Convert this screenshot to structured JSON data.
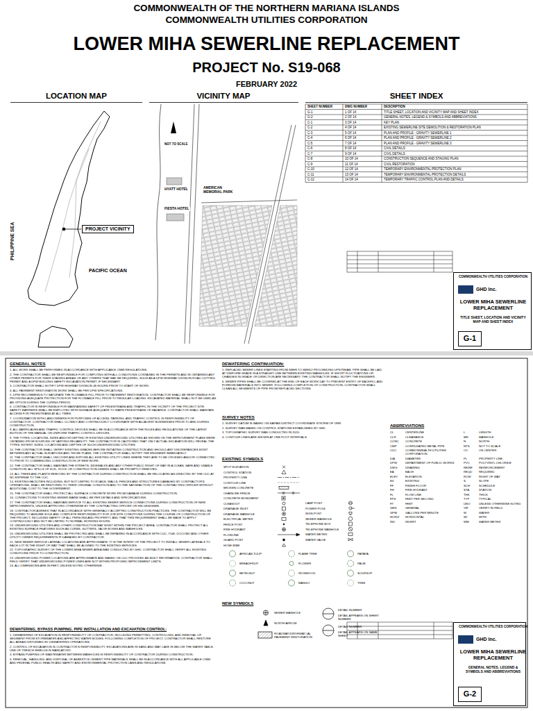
{
  "diagram": {
    "title": "LOWER MIHA SEWERLINE REPLACEMENT",
    "nodes": [
      {
        "text": [
          "PROJECT VICINITY"
        ]
      },
      {
        "text": [
          "COMMONWEALTH UTILITIES CORPORATION",
          "GHD Inc.",
          "LOWER MIHA SEWERLINE REPLACEMENT",
          "TITLE SHEET, LOCATION AND VICINITY MAP AND SHEET INDEX"
        ]
      },
      {
        "text": [
          "G-1"
        ],
        "in": 1
      },
      {
        "text": [
          "COMMONWEALTH UTILITIES CORPORATION",
          "GHD Inc.",
          "LOWER MIHA SEWERLINE REPLACEMENT",
          "GENERAL NOTES, LEGEND & SYMBOLS AND ABBREVIATIONS"
        ]
      },
      {
        "text": [
          "G-2"
        ],
        "in": 3
      }
    ],
    "labels": [
      "COMMONWEALTH OF THE NORTHERN MARIANA ISLANDS",
      "COMMONWEALTH UTILITIES CORPORATION",
      "PROJECT No. S19-068",
      "FEBRUARY 2022",
      "LOCATION MAP",
      "VICINITY MAP",
      "SHEET INDEX",
      "PHILIPPINE SEA",
      "PACIFIC OCEAN",
      "NOT TO SCALE",
      "HYATT HOTEL",
      "AMERICAN MEMORIAL PARK",
      "FIESTA HOTEL",
      "SHEET NUMBER",
      "DWG NUMBER",
      "DESCRIPTION",
      "G-1",
      "1 OF 14",
      "TITLE SHEET, LOCATION AND VICINITY MAP AND SHEET INDEX",
      "G-2",
      "2 OF 14",
      "GENERAL NOTES, LEGEND & SYMBOLS AND ABBREVIATIONS",
      "C-1",
      "3 OF 14",
      "KEY PLAN",
      "C-2",
      "4 OF 14",
      "EXISTING SEWERLINE SITE DEMOLITION & RESTORATION PLAN",
      "C-3",
      "5 OF 14",
      "PLAN AND PROFILE - GRAVITY SEWERLINE 1",
      "C-4",
      "6 OF 14",
      "PLAN AND PROFILE - GRAVITY SEWERLINE 2",
      "C-5",
      "7 OF 14",
      "PLAN AND PROFILE - GRAVITY SEWERLINE 3",
      "C-6",
      "8 OF 14",
      "CIVIL DETAILS",
      "C-7",
      "9 OF 14",
      "CIVIL DETAILS",
      "C-8",
      "10 OF 14",
      "CONSTRUCTION SEQUENCE AND STAGING PLAN",
      "C-9",
      "11 OF 14",
      "CIVIL RESTORATION",
      "C-10",
      "12 OF 14",
      "TEMPORARY ENVIRONMENTAL PROTECTION PLAN",
      "C-11",
      "13 OF 14",
      "TEMPORARY ENVIRONMENTAL PROTECTION DETAILS",
      "C-12",
      "14 OF 14",
      "TEMPORARY TRAFFIC CONTROL PLAN AND DETAILS",
      "GENERAL NOTES",
      "1. ALL WORK SHALL BE PERFORMED IN ACCORDANCE WITH APPLICABLE CNMI REGULATIONS.",
      "2. THE CONTRACTOR SHALL BE RESPONSIBLE FOR COMPLYING WITH ALL CONDITIONS CONTAINED IN THE PERMITS AND IN OBTAINING ANY OTHER PERMITS FOR THEIR STAGING AREAS OR ANY OTHERS THAT MAY BE REQUIRED, SUCH AS A DPW HIGHWAY DIVISION ROAD CUTTING PERMIT AND A DPW BUILDING SAFETY EXCAVATION PERMIT, IF NECESSARY.",
      "3. CONTRACTOR SHALL NOTIFY DPW HIGHWAY DIVISION 48 HOURS PRIOR TO START OF WORK.",
      "4. ALL PAVEMENT RESTORATION WORK SHALL BE PER DPW SPECIFICATIONS.",
      "5. DPW RECOMMENDS TO SATURATE THE FLOWABLE FILL PRIOR TO PAVEMENT RESTORATION. CONTRACTOR SHALL BE RESPONSIBLE FOR PROVIDING ADEQUATE PROTECTION FOR THE FLOWABLE FILL PRIOR TO REGULAR LOADING. EXCAVATED MATERIAL SHALL NOT BE USED AS AN OPTION DURING THE CURING PERIOD.",
      "6. CONTRACTOR IS RESPONSIBLE FOR MAINTAINING SAFETY OF PEDESTRIANS AND TRAFFIC IN THE VICINITY OF THE PROJECT SITE. SAFETY BARRIERS SHALL BE EMPLOYED WITH SIGNAGE ADEQUATE TO WARN PEDESTRIANS OF HAZARDS. CONTRACTOR SHALL MAINTAIN ACCESS FOR PEDESTRIANS AT ALL TIMES.",
      "7. COORDINATION WITH LANDOWNERS FOR PURPOSES OF ACCESS, PARKING, AND TRAFFIC CONTROL IS RESPONSIBILITY OF CONTRACTOR. CONTRACTOR SHALL CLOSELY AND CONTINUOUSLY COORDINATE WITH ADJACENT BUSINESSES PRIOR TO AND DURING CONSTRUCTION.",
      "8. ALL BARRICADES AND TRAFFIC CONTROL DEVICES SHALL BE IN ACCORDANCE WITH THE RULES AND REGULATIONS OF THE LATEST EDITION OF THE MANUAL ON UNIFORM TRAFFIC CONTROL DEVICES.",
      "9. THE TYPES, LOCATIONS, SIZES AND/OR DEPTHS OF EXISTING UNDERGROUND UTILITIES AS SHOWN ON THE IMPROVEMENT PLANS WERE OBTAINED FROM SOURCES OF VARYING RELIABILITY. THE CONTRACTOR IS CAUTIONED THAT ONLY ACTUAL EXCAVATION WILL REVEAL THE TYPES, EXTENT, SIZES, LOCATIONS AND DEPTHS OF SUCH UNDERGROUND UTILITIES.",
      "10. THE CONTRACTOR SHALL VERIFY EXISTING GRADES BEFORE INITIATING CONSTRUCTION AND SHOULD ANY DISCREPANCIES EXIST BETWEEN ANY ACTUAL ELEVATIONS AND THOSE PLANS, THE CONTRACTOR SHALL NOTIFY THE ENGINEER IMMEDIATELY.",
      "11. THE CONTRACTOR SHALL UNCOVER AND EXPOSE ALL EXISTING UTILITY LINES WHERE THEY ARE TO BE CROSSED AND/OR CONNECTED TO PRIOR TO COMMENCING CONSTRUCTION OF NEW WORK.",
      "12. THE CONTRACTOR SHALL MAINTAIN THE STREETS, SIDEWALKS AND ANY OTHER PUBLIC RIGHT OF WAY IN A CLEAN, SAFE AND USABLE CONDITION. ALL SPILLS OF SOIL, ROCK OR CONSTRUCTION DEBRIS SHALL BE PROMPTLY REMOVED.",
      "13. ALL TREES AND PLANTS REMOVED BY THE CONTRACTOR DURING CONSTRUCTION SHALL BE RELOCATED AS DIRECTED BY THE CUC AT NO EXPENSE TO THE CUC.",
      "14. EXISTING FACILITIES INCLUDING, BUT NOT LIMITED TO ROADS, WALLS, FENCES AND STRUCTURES DAMAGED BY CONTRACTOR'S OPERATIONS, SHALL BE RESTORED TO THEIR ORIGINAL CONDITION AND TO THE SATISFACTION OF THE CONTRACTING OFFICER WITHOUT ADDITIONAL COST TO THE GOVERNMENT.",
      "15. THE CONTRACTOR SHALL PROTECT ALL SURFACE CONCRETE WORK FROM DAMAGE DURING CONSTRUCTION.",
      "16. CONNECTIONS TO EXISTING SEWER MAINS SHALL BE PER DETAILS AND SPECIFICATIONS.",
      "17. THE CONTRACTOR SHALL MAINTAIN SERVICE TO ALL EXISTING SEWER SERVICE CONNECTIONS DURING CONSTRUCTION OF NEW IMPROVEMENTS, UNLESS APPROVED OTHERWISE BY THE CONTRACTING OFFICER OR HIS DESIGNEE.",
      "18. CONTRACTOR AGREES THAT IN ACCORDANCE WITH GENERALLY ACCEPTED CONSTRUCTION PRACTICES, THE CONTRACTOR WILL BE REQUIRED TO ASSUME SOLE AND COMPLETE RESPONSIBILITY FOR JOB SITE CONDITIONS DURING THE COURSE OF CONSTRUCTION OF THE PROJECT, INCLUDING SAFETY OF ALL PERSONS AND PROPERTY, AND THAT THIS REQUIREMENT SHALL BE MADE TO APPLY CONTINUOUSLY AND NOT BE LIMITED TO NORMAL WORKING HOURS.",
      "19. UNDERGROUND UTILITIES AND OTHER CONSTRUCTION MAY EXIST WITHIN THE PROJECT AREA. CONTRACTOR SHALL PROTECT ALL EXISTING SURFACE FEATURES SUCH AS CURBS, GUTTERS, VALVE BOXES AND MANHOLES.",
      "20. UNDERGROUND UTILITIES SHALL BE PROTECTED AND SHALL BE REPAIRED IN ACCORDANCE WITH CUC, IT&E, DOCOMO AND OTHER UTILITY OWNER REQUIREMENTS IF DAMAGED BY CONTRACTOR.",
      "21. NEW SEWER SERVICE LATERAL LOCATIONS ARE APPROXIMATE. IT IS THE INTENT OF THE PROJECT TO INSTALL SEWER LATERALS TO EACH LOT IN THE RIGHT OF WAY THAT SHALL BE ALIGNED TO THE EXISTING SERVICES.",
      "22. TOPOGRAPHIC SURVEY OF THE LOWER MIHA SEWER AREA WAS CONDUCTED BY GHD. CONTRACTOR SHALL VERIFY ALL EXISTING CONDITIONS PRIOR TO CONSTRUCTION.",
      "23. UNDERGROUND POWER LOCATIONS ARE APPROXIMATE AND BASED ON CUC PROVIDED AS-BUILT INFORMATION. CONTRACTOR SHALL FIELD VERIFY THAT UNDERGROUND POWER LINES ARE NOT WITHIN PROPOSED IMPROVEMENT LIMITS.",
      "24. ALL DIMENSIONS ARE IN FEET, UNLESS NOTED OTHERWISE.",
      "DEWATERING, BYPASS PUMPING, PIPE INSTALLATION AND EXCAVATION CONTROL:",
      "1. DEWATERING OF EXCAVATION IS RESPONSIBILITY OF CONTRACTOR, INCLUDING PERMITTING, CONTROLLING, AND REMOVAL OF SEDIMENT FROM STORMWATER AND AFFECTED WATER BODIES. FOLLOWING COMPLETION OF PROJECT, CONTRACTOR SHALL RESTORE ALL AREAS DISTURBED BY DEWATERING OPERATIONS.",
      "2. CONTROL OF EXCAVATION IS CONTRACTOR'S RESPONSIBILITY. EXCAVATIONS ARE IN SAND AND MAY CAVE IN BELOW THE WATER TABLE. USE OF TRENCH SHIELDS IS MANDATORY.",
      "3. BYPASS PUMPING OF WASTEWATER BETWEEN MANHOLES IS RESPONSIBILITY OF CONTRACTOR DURING CONSTRUCTION.",
      "4. REMOVAL, HANDLING, AND DISPOSAL OF ASBESTOS CEMENT PIPE MATERIALS SHALL BE IN ACCORDANCE WITH ALL APPLICABLE CNMI AND FEDERAL PUBLIC HEALTH AND SAFETY AND ENVIRONMENTAL PROTECTION LAWS AND REGULATIONS.",
      "DEWATERING CONTINUATION:",
      "5. REPLACED SEWER LINES STARTING FROM SMH9 TO SMH12 PROCEEDING UPSTREAM. PIPE SHALL BE LAID AT UNIFORM GRADE IN A STRAIGHT LINE BETWEEN EXISTING MANHOLES. IF SHORT FLUCTUATIONS OR CHANGES IN GRADE OR DIRECTION ARE NECESSARY, THE CONTRACTOR SHALL NOTIFY THE ENGINEER.",
      "6. SEWER PIPES SHALL BE COVERED AT THE END OF EACH WORK DAY TO PREVENT ENTRY OF BACKFILL AND FOREIGN MATERIALS INTO SEWER. FOLLOWING COMPLETION OF CONSTRUCTION, CONTRACTOR SHALL CLEAN ALL SEGMENTS OF PIPE FROM REPLACED SECTIONS.",
      "SURVEY NOTES",
      "1. SURVEY DATUM IS BASED ON SAIPAN DISTRICT COORDINATE SYSTEM OF 1989.",
      "2. SURVEY WAS BASED ON CONTROL STATIONS ESTABLISHED BY GHD.",
      "3. TOPOGRAPHIC SURVEY WAS CONDUCTED IN 2020.",
      "4. CONTOUR LINES ARE SHOWN AT ONE FOOT INTERVALS.",
      "EXISTING SYMBOLS",
      "NEW SYMBOLS",
      "ABBREVIATIONS",
      "CL",
      "CENTERLINE",
      "L",
      "LENGTH",
      "CLR",
      "CLEARANCE",
      "MH",
      "MANHOLE",
      "CONC",
      "CONCRETE",
      "N",
      "NORTH",
      "CMP",
      "CORRUGATED METAL PIPE",
      "NTS",
      "NOT TO SCALE",
      "CUC",
      "COMMONWEALTH UTILITIES CORPORATION",
      "OC",
      "ON CENTER",
      "DIA",
      "DIAMETER",
      "PL",
      "PROPERTY LINE",
      "DPW",
      "DEPARTMENT OF PUBLIC WORKS",
      "PVC",
      "POLYVINYL CHLORIDE",
      "DWG",
      "DRAWING",
      "REINF",
      "REINFORCEMENT",
      "EA",
      "EACH",
      "REQD",
      "REQUIRED",
      "ELEV",
      "ELEVATION",
      "ROW",
      "RIGHT OF WAY",
      "EX",
      "EXISTING",
      "S",
      "SLOPE",
      "FF",
      "FINISH FLOOR",
      "SCH",
      "SCHEDULE",
      "FH",
      "FIRE HYDRANT",
      "STA",
      "STATION",
      "FL",
      "FLOW LINE",
      "THK",
      "THICK",
      "FPS",
      "FEET PER SECOND",
      "TYP",
      "TYPICAL",
      "FT",
      "FEET",
      "UNO",
      "UNLESS OTHERWISE NOTED",
      "GEN",
      "GENERAL",
      "VIF",
      "VERIFY IN FIELD",
      "GPM",
      "GALLONS PER MINUTE",
      "W",
      "WATER",
      "HORIZ",
      "HORIZONTAL",
      "W/",
      "WITH",
      "INV",
      "INVERT",
      "WM",
      "WATER METER"
    ],
    "legend": [
      {
        "text": "SPOT ELEVATION"
      },
      {
        "text": "CONTROL STATION"
      },
      {
        "text": "PROPERTY LINE"
      },
      {
        "text": "CONTOUR LINE"
      },
      {
        "text": "BROKEN CONCRETE"
      },
      {
        "text": "CHAINLINK FENCE"
      },
      {
        "text": "CONCRETE MONUMENT"
      },
      {
        "text": "CLEANOUT"
      },
      {
        "text": "DRAINAGE INLET"
      },
      {
        "text": "DRAINAGE MANHOLE"
      },
      {
        "text": "ELECTRICAL METER"
      },
      {
        "text": "FENCE POST"
      },
      {
        "text": "FIRE HYDRANT"
      },
      {
        "text": "FLOWLINE"
      },
      {
        "text": "GUARD POST"
      },
      {
        "text": "HOSE BIBB"
      },
      {
        "text": "LAMP POST"
      },
      {
        "text": "POWER POLE"
      },
      {
        "text": "SIGN POST"
      },
      {
        "text": "SEWER MANHOLE"
      },
      {
        "text": "TELEPHONE BOX"
      },
      {
        "text": "TELEPHONE MANHOLE"
      },
      {
        "text": "WATER METER"
      },
      {
        "text": "WATER VALVE"
      },
      {
        "text": "AFRICAN TULIP"
      },
      {
        "text": "FLAME TREE"
      },
      {
        "text": "PAPAYA"
      },
      {
        "text": "BREADFRUIT"
      },
      {
        "text": "FLOWER"
      },
      {
        "text": "PALM"
      },
      {
        "text": "BETELNUT"
      },
      {
        "text": "IRONWOOD"
      },
      {
        "text": "SOURSOP"
      },
      {
        "text": "COCONUT"
      },
      {
        "text": "MANGO"
      },
      {
        "text": "TREE"
      },
      {
        "text": "SEWER MANHOLE"
      },
      {
        "text": "NORTH ARROW"
      },
      {
        "text": "ROADWAY/DRIVEWAY (A) PAVEMENT RESTORATION"
      },
      {
        "text": "DETAIL NUMBER"
      },
      {
        "text": "DETAIL APPEARS ON SHEET NUMBER"
      },
      {
        "text": "DETAIL NUMBER"
      },
      {
        "text": "DETAIL APPEARS ON SAME SHEET"
      }
    ]
  }
}
